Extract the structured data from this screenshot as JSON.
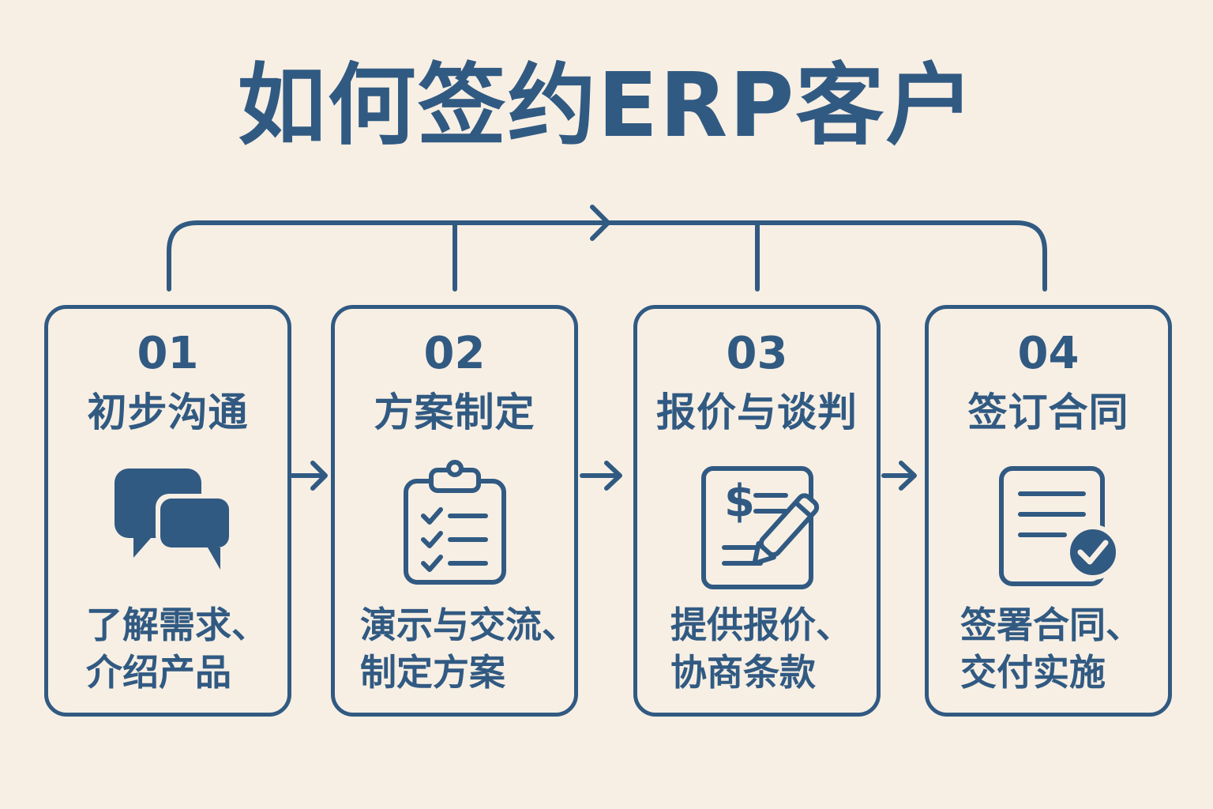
{
  "title": "如何签约ERP客户",
  "colors": {
    "background": "#f7efe4",
    "primary": "#315a82"
  },
  "steps": [
    {
      "number": "01",
      "title": "初步沟通",
      "description_lines": [
        "了解需求、",
        "介绍产品"
      ],
      "icon": "chat-bubbles-icon"
    },
    {
      "number": "02",
      "title": "方案制定",
      "description_lines": [
        "演示与交流、",
        "制定方案"
      ],
      "icon": "clipboard-checklist-icon"
    },
    {
      "number": "03",
      "title": "报价与谈判",
      "description_lines": [
        "提供报价、",
        "协商条款"
      ],
      "icon": "invoice-pen-icon"
    },
    {
      "number": "04",
      "title": "签订合同",
      "description_lines": [
        "签署合同、",
        "交付实施"
      ],
      "icon": "contract-check-icon"
    }
  ]
}
